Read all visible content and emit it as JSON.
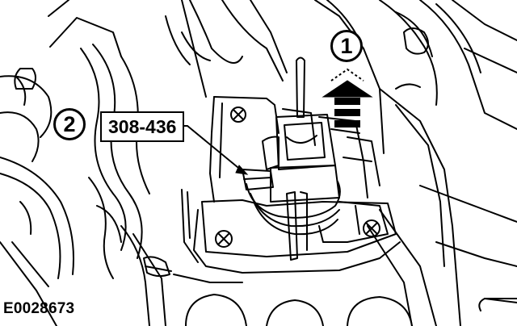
{
  "callouts": [
    {
      "number": "1"
    },
    {
      "number": "2"
    }
  ],
  "tool_label": "308-436",
  "figure_id": "E0028673"
}
